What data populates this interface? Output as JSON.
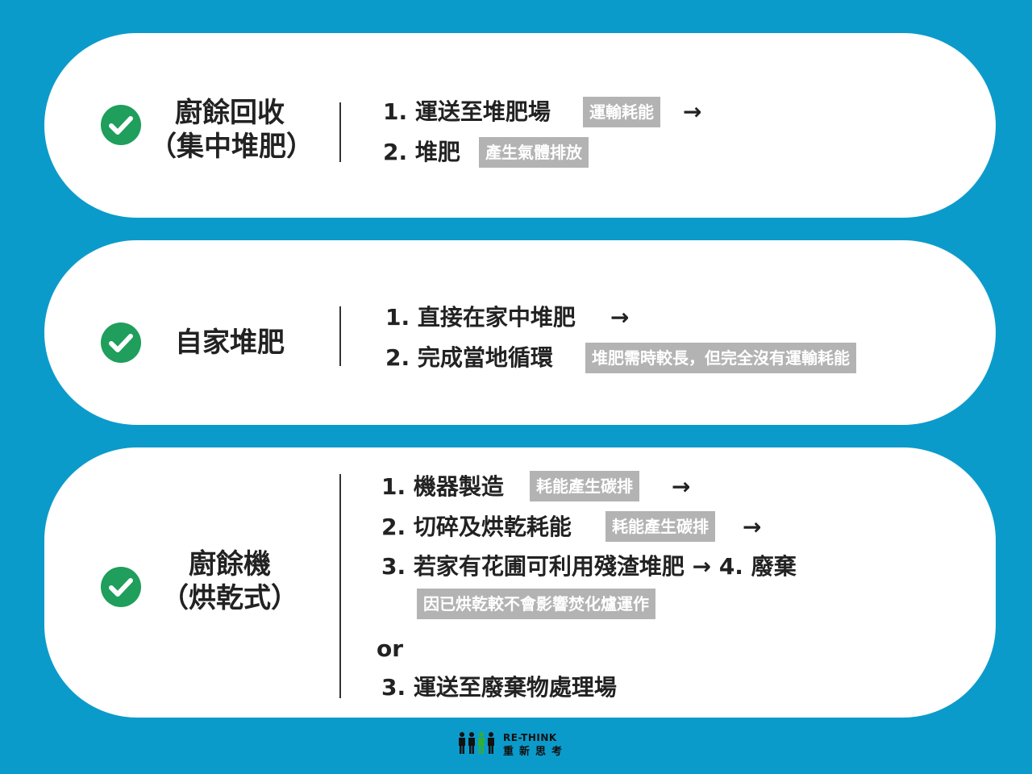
{
  "colors": {
    "background": "#0b9bcb",
    "check": "#1f9e5c",
    "tag_bg": "#b3b3b3"
  },
  "cards": [
    {
      "icon": "check-circle-icon",
      "title_lines": [
        "廚餘回收",
        "（集中堆肥）"
      ],
      "steps": [
        {
          "text": "1. 運送至堆肥場",
          "tag": "運輸耗能",
          "arrow": "→"
        },
        {
          "text": "2. 堆肥",
          "tag": "產生氣體排放"
        }
      ]
    },
    {
      "icon": "check-circle-icon",
      "title_lines": [
        "自家堆肥"
      ],
      "steps": [
        {
          "text": "1. 直接在家中堆肥",
          "arrow": "→"
        },
        {
          "text": "2. 完成當地循環",
          "tag": "堆肥需時較長，但完全沒有運輸耗能"
        }
      ]
    },
    {
      "icon": "check-circle-icon",
      "title_lines": [
        "廚餘機",
        "（烘乾式）"
      ],
      "steps": [
        {
          "text": "1. 機器製造",
          "tag": "耗能產生碳排",
          "arrow": "→"
        },
        {
          "text": "2. 切碎及烘乾耗能",
          "tag": "耗能產生碳排",
          "arrow": "→"
        },
        {
          "text": "3. 若家有花圃可利用殘渣堆肥 → 4. 廢棄"
        },
        {
          "tag": "因已烘乾較不會影響焚化爐運作"
        },
        {
          "text": "or"
        },
        {
          "text": "3. 運送至廢棄物處理場"
        }
      ]
    }
  ],
  "logo": {
    "name_en": "RE-THINK",
    "name_zh": "重新思考"
  }
}
